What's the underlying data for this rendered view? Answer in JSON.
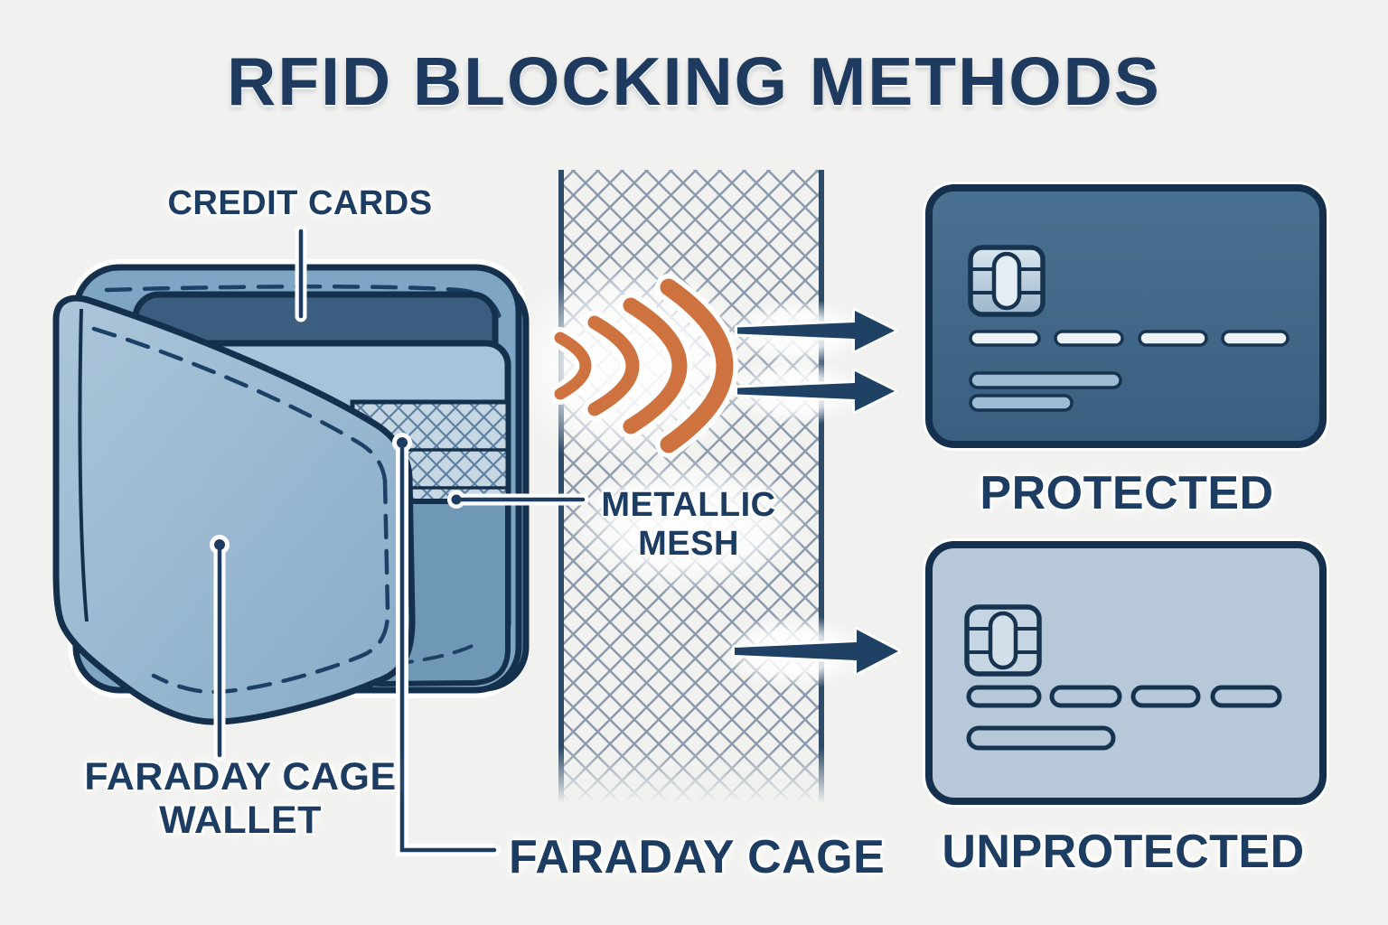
{
  "title": "RFID BLOCKING METHODS",
  "labels": {
    "credit_cards": "CREDIT CARDS",
    "metallic_mesh": [
      "METALLIC",
      "MESH"
    ],
    "faraday_cage_wallet": [
      "FARADAY CAGE",
      "WALLET"
    ],
    "faraday_cage": "FARADAY CAGE",
    "protected": "PROTECTED",
    "unprotected": "UNPROTECTED"
  },
  "figure": {
    "wave_arc_count": 4,
    "arrow_count": 3,
    "card_number_dash_count": 4
  },
  "colors": {
    "background": "#f1f1ef",
    "navy_text": "#1d3c61",
    "outline_navy": "#14304d",
    "arrow_navy": "#1e4164",
    "wave_orange": "#ce7340",
    "mesh_line": "#8a99ab",
    "wallet_mesh_line": "#5e80a0",
    "protected_card": "#3f6384",
    "unprotected_card": "#b7c9d9",
    "wallet_body": "#7ea5c3",
    "wallet_flap": "#9cb8d1",
    "wallet_pocket": "#6f97b6",
    "card_dark": "#3b5e80",
    "card_light": "#a7c4da",
    "stitch": "#1d4066"
  }
}
